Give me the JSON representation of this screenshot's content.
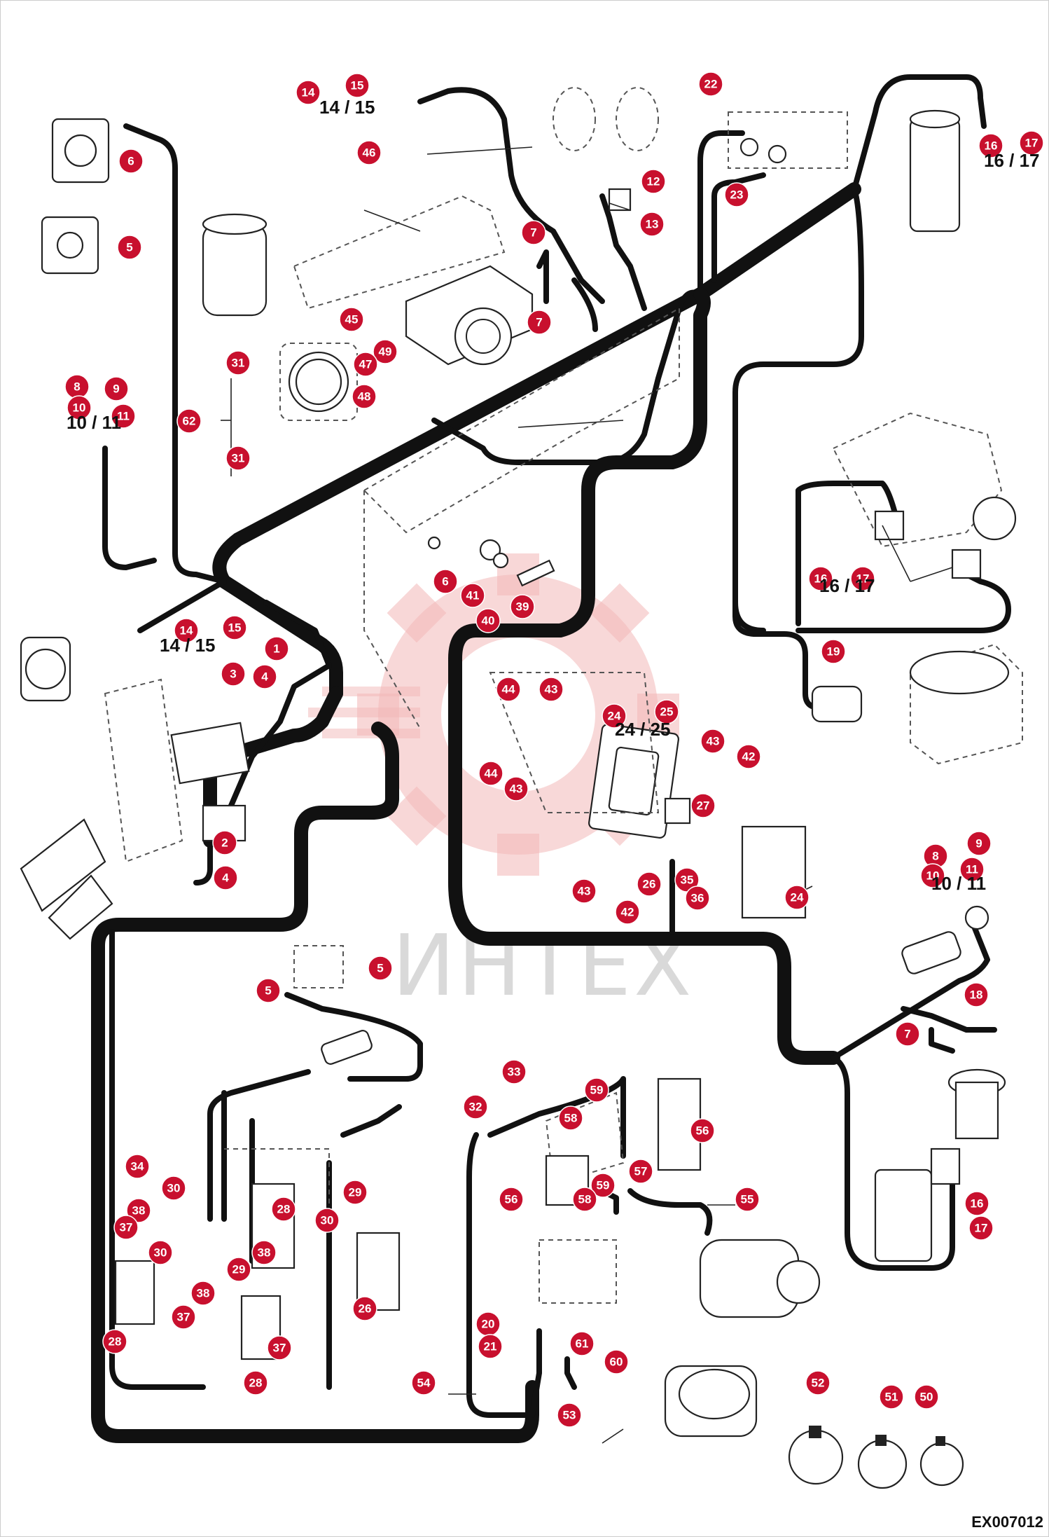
{
  "drawing_code": "EX007012",
  "watermark_text": "ИНТЕХ",
  "colors": {
    "callout": "#c8102e",
    "harness": "#111111",
    "watermark": "#f3b8b8"
  },
  "callouts": [
    {
      "id": "c14a",
      "label": "14"
    },
    {
      "id": "c15a",
      "label": "15"
    },
    {
      "id": "c46",
      "label": "46"
    },
    {
      "id": "c22",
      "label": "22"
    },
    {
      "id": "c23",
      "label": "23"
    },
    {
      "id": "c16a",
      "label": "16"
    },
    {
      "id": "c17a",
      "label": "17"
    },
    {
      "id": "c6a",
      "label": "6"
    },
    {
      "id": "c5a",
      "label": "5"
    },
    {
      "id": "c12",
      "label": "12"
    },
    {
      "id": "c13",
      "label": "13"
    },
    {
      "id": "c7a",
      "label": "7"
    },
    {
      "id": "c7b",
      "label": "7"
    },
    {
      "id": "c45",
      "label": "45"
    },
    {
      "id": "c49",
      "label": "49"
    },
    {
      "id": "c47",
      "label": "47"
    },
    {
      "id": "c48",
      "label": "48"
    },
    {
      "id": "c31a",
      "label": "31"
    },
    {
      "id": "c62",
      "label": "62"
    },
    {
      "id": "c31b",
      "label": "31"
    },
    {
      "id": "c8a",
      "label": "8"
    },
    {
      "id": "c9a",
      "label": "9"
    },
    {
      "id": "c10a",
      "label": "10"
    },
    {
      "id": "c11a",
      "label": "11"
    },
    {
      "id": "c6b",
      "label": "6"
    },
    {
      "id": "c41",
      "label": "41"
    },
    {
      "id": "c40",
      "label": "40"
    },
    {
      "id": "c39",
      "label": "39"
    },
    {
      "id": "c16b",
      "label": "16"
    },
    {
      "id": "c17b",
      "label": "17"
    },
    {
      "id": "c14b",
      "label": "14"
    },
    {
      "id": "c15b",
      "label": "15"
    },
    {
      "id": "c1",
      "label": "1"
    },
    {
      "id": "c3",
      "label": "3"
    },
    {
      "id": "c4a",
      "label": "4"
    },
    {
      "id": "c19",
      "label": "19"
    },
    {
      "id": "c44a",
      "label": "44"
    },
    {
      "id": "c43a",
      "label": "43"
    },
    {
      "id": "c24a",
      "label": "24"
    },
    {
      "id": "c25",
      "label": "25"
    },
    {
      "id": "c43b",
      "label": "43"
    },
    {
      "id": "c42a",
      "label": "42"
    },
    {
      "id": "c44b",
      "label": "44"
    },
    {
      "id": "c43c",
      "label": "43"
    },
    {
      "id": "c27",
      "label": "27"
    },
    {
      "id": "c2",
      "label": "2"
    },
    {
      "id": "c4b",
      "label": "4"
    },
    {
      "id": "c8b",
      "label": "8"
    },
    {
      "id": "c9b",
      "label": "9"
    },
    {
      "id": "c10b",
      "label": "10"
    },
    {
      "id": "c11b",
      "label": "11"
    },
    {
      "id": "c35",
      "label": "35"
    },
    {
      "id": "c43d",
      "label": "43"
    },
    {
      "id": "c26a",
      "label": "26"
    },
    {
      "id": "c36",
      "label": "36"
    },
    {
      "id": "c24b",
      "label": "24"
    },
    {
      "id": "c42b",
      "label": "42"
    },
    {
      "id": "c5b",
      "label": "5"
    },
    {
      "id": "c5c",
      "label": "5"
    },
    {
      "id": "c18",
      "label": "18"
    },
    {
      "id": "c7c",
      "label": "7"
    },
    {
      "id": "c33",
      "label": "33"
    },
    {
      "id": "c59a",
      "label": "59"
    },
    {
      "id": "c32",
      "label": "32"
    },
    {
      "id": "c58a",
      "label": "58"
    },
    {
      "id": "c56a",
      "label": "56"
    },
    {
      "id": "c34",
      "label": "34"
    },
    {
      "id": "c57",
      "label": "57"
    },
    {
      "id": "c30a",
      "label": "30"
    },
    {
      "id": "c56b",
      "label": "56"
    },
    {
      "id": "c59b",
      "label": "59"
    },
    {
      "id": "c58b",
      "label": "58"
    },
    {
      "id": "c55",
      "label": "55"
    },
    {
      "id": "c38a",
      "label": "38"
    },
    {
      "id": "c28a",
      "label": "28"
    },
    {
      "id": "c29a",
      "label": "29"
    },
    {
      "id": "c37a",
      "label": "37"
    },
    {
      "id": "c30b",
      "label": "30"
    },
    {
      "id": "c16c",
      "label": "16"
    },
    {
      "id": "c17c",
      "label": "17"
    },
    {
      "id": "c30c",
      "label": "30"
    },
    {
      "id": "c38b",
      "label": "38"
    },
    {
      "id": "c29b",
      "label": "29"
    },
    {
      "id": "c38c",
      "label": "38"
    },
    {
      "id": "c26b",
      "label": "26"
    },
    {
      "id": "c37b",
      "label": "37"
    },
    {
      "id": "c28b",
      "label": "28"
    },
    {
      "id": "c20",
      "label": "20"
    },
    {
      "id": "c21",
      "label": "21"
    },
    {
      "id": "c61",
      "label": "61"
    },
    {
      "id": "c60",
      "label": "60"
    },
    {
      "id": "c37c",
      "label": "37"
    },
    {
      "id": "c28c",
      "label": "28"
    },
    {
      "id": "c54",
      "label": "54"
    },
    {
      "id": "c53",
      "label": "53"
    },
    {
      "id": "c52",
      "label": "52"
    },
    {
      "id": "c51",
      "label": "51"
    },
    {
      "id": "c50",
      "label": "50"
    }
  ],
  "ref_labels": [
    {
      "id": "r1415a",
      "label": "14 / 15"
    },
    {
      "id": "r1415b",
      "label": "14 / 15"
    },
    {
      "id": "r1617a",
      "label": "16 / 17"
    },
    {
      "id": "r1617b",
      "label": "16 / 17"
    },
    {
      "id": "r2425",
      "label": "24 / 25"
    },
    {
      "id": "r811a",
      "label": "10 / 11"
    },
    {
      "id": "r811b",
      "label": "10 / 11"
    }
  ]
}
